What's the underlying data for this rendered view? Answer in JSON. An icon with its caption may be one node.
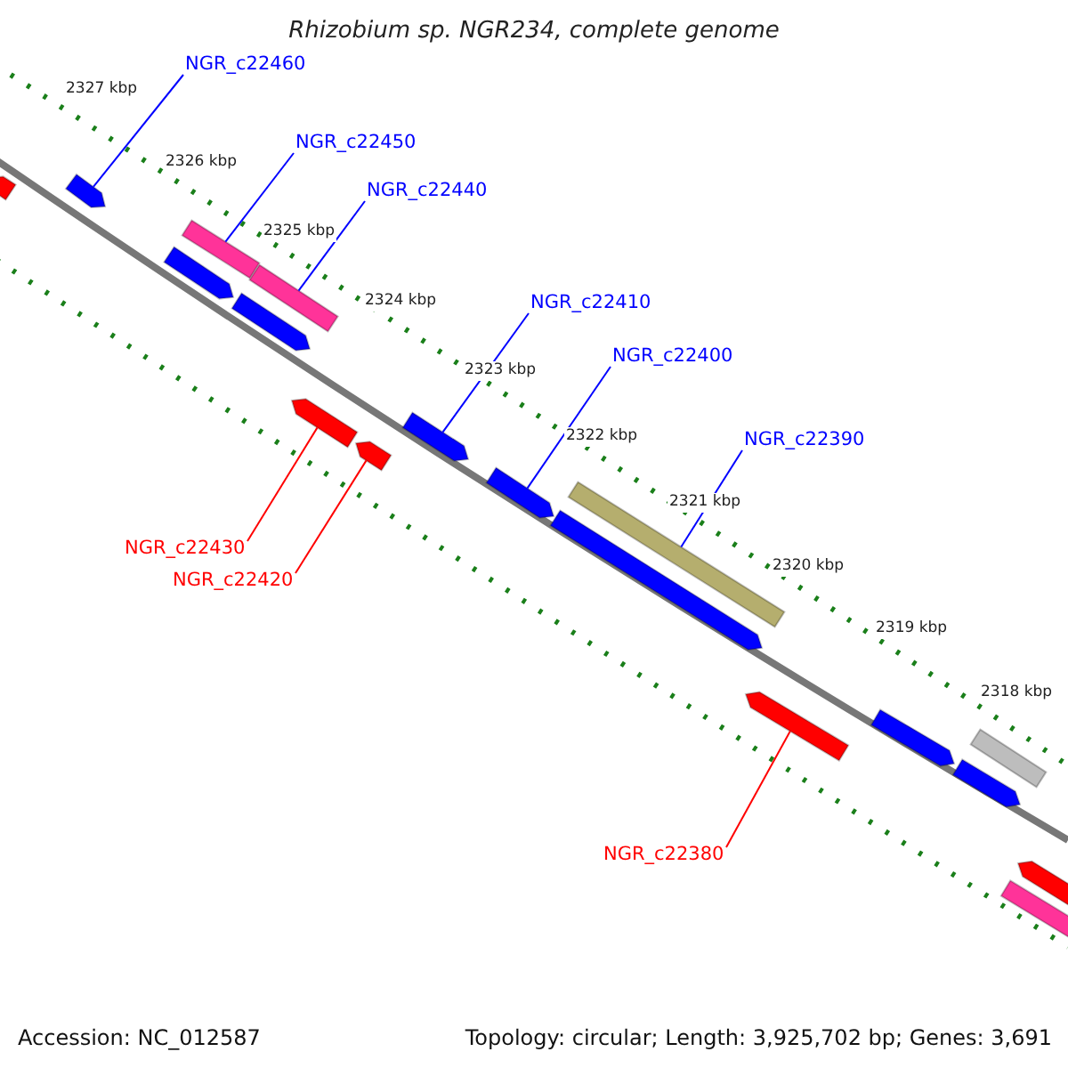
{
  "diagram": {
    "title": "Rhizobium sp. NGR234, complete genome",
    "nodes": [
      {
        "text": [
          "NGR_c22460"
        ]
      },
      {
        "text": [
          "NGR_c22450"
        ]
      },
      {
        "text": [
          "NGR_c22440"
        ]
      },
      {
        "text": [
          "NGR_c22410"
        ]
      },
      {
        "text": [
          "NGR_c22400"
        ]
      },
      {
        "text": [
          "NGR_c22390"
        ]
      },
      {
        "text": [
          "NGR_c22430"
        ]
      },
      {
        "text": [
          "NGR_c22420"
        ]
      },
      {
        "text": [
          "NGR_c22380"
        ]
      },
      {
        "text": [],
        "shape": "bar"
      },
      {
        "text": [],
        "shape": "bar"
      },
      {
        "text": [],
        "shape": "bar"
      },
      {
        "text": [],
        "shape": "bar"
      },
      {
        "text": [],
        "shape": "bar"
      },
      {
        "text": [],
        "shape": "bar"
      },
      {
        "text": [],
        "shape": "bar"
      },
      {
        "text": [],
        "shape": "bar"
      },
      {
        "text": [],
        "shape": "bar"
      },
      {
        "text": [],
        "shape": "bar"
      },
      {
        "text": [],
        "shape": "bar"
      },
      {
        "text": [],
        "shape": "bar"
      },
      {
        "text": [],
        "shape": "bar"
      },
      {
        "text": [],
        "shape": "bar"
      },
      {
        "text": [],
        "shape": "bar"
      },
      {
        "text": [],
        "shape": "bar"
      },
      {
        "text": [],
        "shape": "bar"
      },
      {
        "text": [],
        "shape": "bar"
      }
    ],
    "edges": [
      {
        "from": 0,
        "to": 10,
        "arrow": "none"
      },
      {
        "from": 1,
        "to": 12,
        "arrow": "none"
      },
      {
        "from": 2,
        "to": 14,
        "arrow": "none"
      },
      {
        "from": 3,
        "to": 17,
        "arrow": "none"
      },
      {
        "from": 4,
        "to": 18,
        "arrow": "none"
      },
      {
        "from": 5,
        "to": 20,
        "arrow": "none"
      },
      {
        "from": 6,
        "to": 15,
        "arrow": "none",
        "color": "#ff0000"
      },
      {
        "from": 7,
        "to": 16,
        "arrow": "none",
        "color": "#ff0000"
      },
      {
        "from": 8,
        "to": 21,
        "arrow": "none",
        "color": "#ff0000"
      }
    ],
    "labels": [
      "2327 kbp",
      "2326 kbp",
      "2325 kbp",
      "2324 kbp",
      "2323 kbp",
      "2322 kbp",
      "2321 kbp",
      "2320 kbp",
      "2319 kbp",
      "2318 kbp",
      "Accession: NC_012587",
      "Topology: circular; Length: 3,925,702 bp; Genes: 3,691"
    ]
  }
}
